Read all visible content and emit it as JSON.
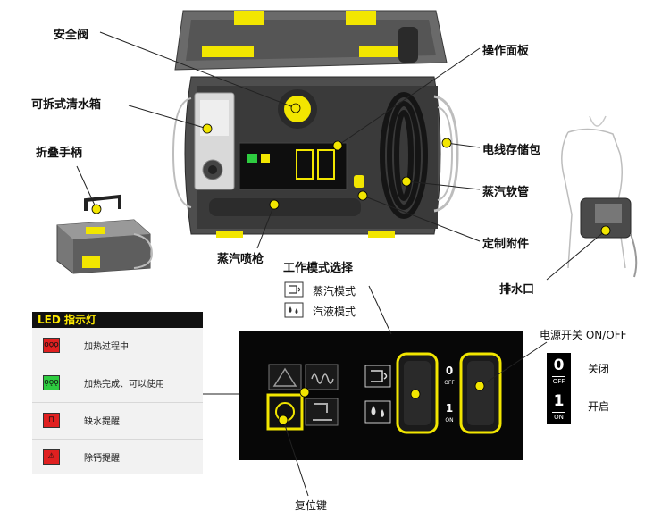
{
  "labels": {
    "safety_valve": "安全阀",
    "control_panel": "操作面板",
    "water_tank": "可拆式清水箱",
    "folding_handle": "折叠手柄",
    "cord_storage": "电线存储包",
    "steam_hose": "蒸汽软管",
    "custom_accessories": "定制附件",
    "steam_gun": "蒸汽喷枪",
    "drain": "排水口",
    "mode_select": "工作模式选择",
    "steam_mode": "蒸汽模式",
    "steam_liquid_mode": "汽液模式",
    "power_switch": "电源开关 ON/OFF",
    "off": "关闭",
    "on": "开启",
    "reset_key": "复位键"
  },
  "led_legend": {
    "title": "LED 指示灯",
    "items": [
      {
        "icon": "heating-coil-icon",
        "color": "#e02020",
        "text": "加热过程中"
      },
      {
        "icon": "heating-coil-icon",
        "color": "#2ecc40",
        "text": "加热完成、可以使用"
      },
      {
        "icon": "faucet-icon",
        "color": "#e02020",
        "text": "缺水提醒"
      },
      {
        "icon": "warning-triangle-icon",
        "color": "#e02020",
        "text": "除钙提醒"
      }
    ]
  },
  "switch_marks": {
    "zero": "0",
    "off_sub": "OFF",
    "one": "1",
    "on_sub": "ON"
  },
  "colors": {
    "accent_yellow": "#f2e600",
    "body_gray": "#5a5a5a",
    "panel_black": "#070707"
  }
}
